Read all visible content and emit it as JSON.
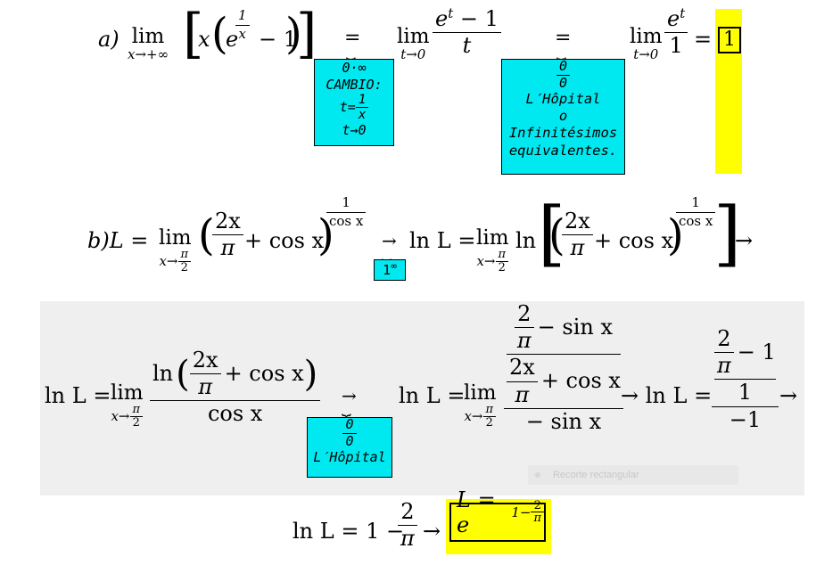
{
  "line_a": {
    "label": "a)",
    "lim1_word": "lim",
    "lim1_sub": "x→+∞",
    "expr1_x": "x",
    "expr1_e": "e",
    "expr1_exp_num": "1",
    "expr1_exp_den": "x",
    "expr1_minus1": "− 1",
    "eq_sym1": "=",
    "box1": [
      "0·∞",
      "CAMBIO:",
      "t=",
      "1",
      "x",
      "t→0"
    ],
    "lim2_word": "lim",
    "lim2_sub": "t→0",
    "frac2_num": "e",
    "frac2_num_exp": "t",
    "frac2_num_rest": "− 1",
    "frac2_den": "t",
    "eq_sym2": "=",
    "box2_num": "0",
    "box2_den": "0",
    "box2_lines": [
      "L′Hôpital",
      "o",
      "Infinitésimos",
      "equivalentes."
    ],
    "lim3_word": "lim",
    "lim3_sub": "t→0",
    "frac3_num": "e",
    "frac3_num_exp": "t",
    "frac3_den": "1",
    "eq_final": "=",
    "result": "1"
  },
  "line_b": {
    "label": "b)L =",
    "lim_word": "lim",
    "lim_sub_x": "x→",
    "lim_sub_pi": "π",
    "lim_sub_2": "2",
    "frac_num": "2x",
    "frac_den": "π",
    "plus_cos": "+ cos x",
    "exp_num": "1",
    "exp_den": "cos x",
    "arrow": "→",
    "box": "1",
    "box_sup": "∞",
    "ln_L": "ln L =",
    "lim2_word": "lim",
    "ln_word": "ln",
    "end_arrow": "→"
  },
  "line_c": {
    "lhs1": "ln L =",
    "lim_word": "lim",
    "frac_num_ln": "ln",
    "frac_num_2x": "2x",
    "frac_num_pi": "π",
    "frac_num_cos": "+ cos x",
    "frac_den": "cos x",
    "arrow": "→",
    "box_num": "0",
    "box_den": "0",
    "box_label": "L′Hôpital",
    "lhs2": "ln L =",
    "top_num_2": "2",
    "top_num_pi": "π",
    "top_num_rest": "− sin x",
    "mid_2x": "2x",
    "mid_pi": "π",
    "mid_rest": "+ cos x",
    "bottom_den": "− sin x",
    "arrow2": "→ ln L =",
    "r_num_2": "2",
    "r_num_pi": "π",
    "r_num_rest": "− 1",
    "r_mid": "1",
    "r_den": "−1",
    "arrow3": "→",
    "tooltip": "Recorte rectangular"
  },
  "line_d": {
    "lhs": "ln L = 1 −",
    "frac_num": "2",
    "frac_den": "π",
    "arrow": "→",
    "result_L": "L = e",
    "result_exp_1": "1−",
    "result_exp_num": "2",
    "result_exp_den": "π"
  },
  "colors": {
    "cyan": "#00e8f0",
    "yellow": "#ffff00",
    "gray": "#efefef"
  }
}
